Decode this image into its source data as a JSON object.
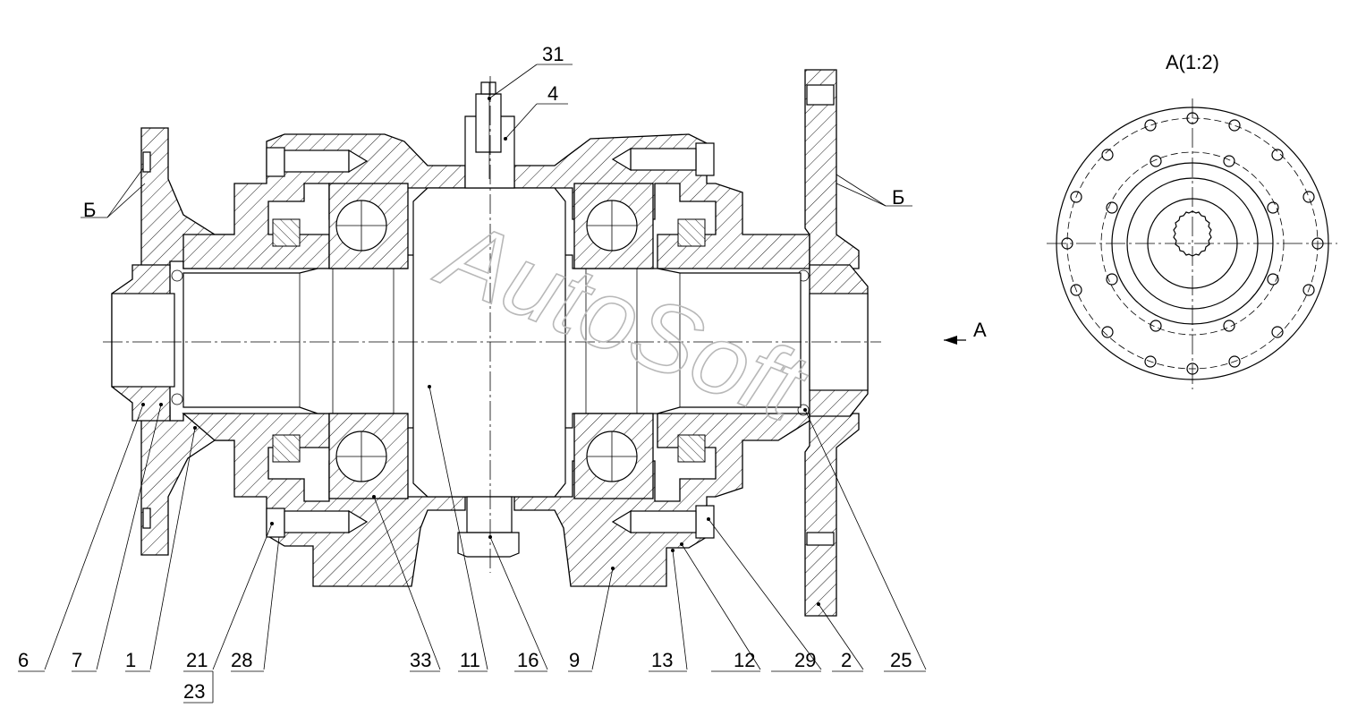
{
  "view_title": "А(1:2)",
  "view_arrow_label": "А",
  "section_marks": {
    "left": "Б",
    "right": "Б"
  },
  "watermark": "AutoSoft",
  "part_numbers": [
    "6",
    "7",
    "1",
    "21",
    "23",
    "28",
    "33",
    "11",
    "16",
    "9",
    "13",
    "12",
    "29",
    "2",
    "25",
    "31",
    "4"
  ],
  "callouts": {
    "p6": "6",
    "p7": "7",
    "p1": "1",
    "p21": "21",
    "p23": "23",
    "p28": "28",
    "p33": "33",
    "p11": "11",
    "p16": "16",
    "p9": "9",
    "p13": "13",
    "p12": "12",
    "p29": "29",
    "p2": "2",
    "p25": "25",
    "p31": "31",
    "p4": "4"
  }
}
